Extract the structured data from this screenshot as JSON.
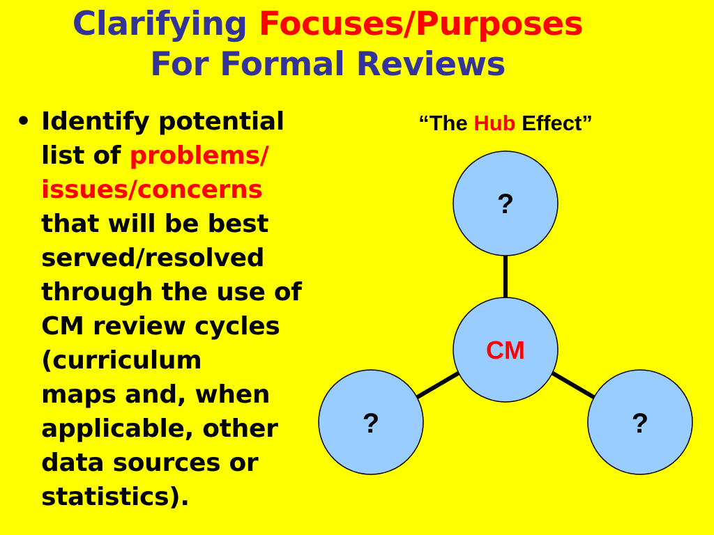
{
  "title": {
    "line1_part1": "Clarifying ",
    "line1_accent": "Focuses/Purposes",
    "line2": "For Formal Reviews"
  },
  "bullet": {
    "marker": "•",
    "lines": [
      {
        "text": "Identify potential",
        "accent": false
      },
      {
        "text": "list of ",
        "accent": false,
        "accent_text": "problems/"
      },
      {
        "text": "issues/concerns",
        "accent": true
      },
      {
        "text": "that will be best",
        "accent": false
      },
      {
        "text": "served/resolved",
        "accent": false
      },
      {
        "text": "through the use of",
        "accent": false
      },
      {
        "text": "CM review cycles",
        "accent": false
      },
      {
        "text": "(curriculum",
        "accent": false
      },
      {
        "text": "maps and, when",
        "accent": false
      },
      {
        "text": "applicable, other",
        "accent": false
      },
      {
        "text": "data sources or",
        "accent": false
      },
      {
        "text": "statistics).",
        "accent": false
      }
    ]
  },
  "diagram": {
    "label_open": "“The ",
    "label_accent": "Hub",
    "label_close": " Effect”",
    "hub_label": "CM",
    "top_node_label": "?",
    "left_node_label": "?",
    "right_node_label": "?"
  },
  "colors": {
    "background": "#FFFF00",
    "title": "#333399",
    "accent": "#FF0000",
    "node_fill": "#99CCFF",
    "text": "#000000"
  }
}
